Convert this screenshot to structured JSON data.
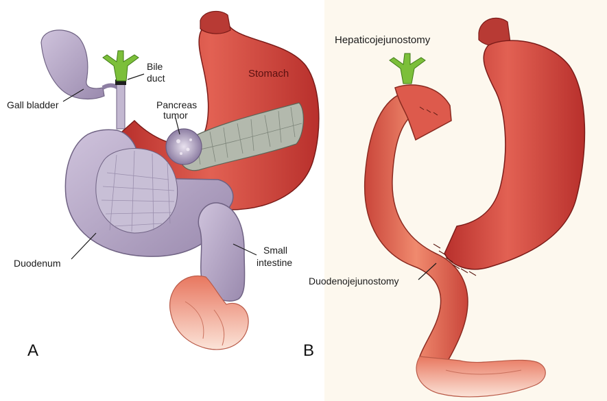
{
  "labels_a": {
    "gall_bladder": "Gall bladder",
    "bile_duct_line1": "Bile",
    "bile_duct_line2": "duct",
    "stomach": "Stomach",
    "pancreas_line1": "Pancreas",
    "pancreas_line2": "tumor",
    "duodenum": "Duodenum",
    "small_intestine_line1": "Small",
    "small_intestine_line2": "intestine"
  },
  "labels_b": {
    "hepaticojejunostomy": "Hepaticojejunostomy",
    "duodenojejunostomy": "Duodenojejunostomy"
  },
  "panels": {
    "a": "A",
    "b": "B"
  },
  "colors": {
    "stomach": "#d2473f",
    "intestine_purple": "#b3a4c4",
    "pancreas": "#aeb4a8",
    "bile_green": "#7cbf3a",
    "jejunum": "#e0604e"
  }
}
